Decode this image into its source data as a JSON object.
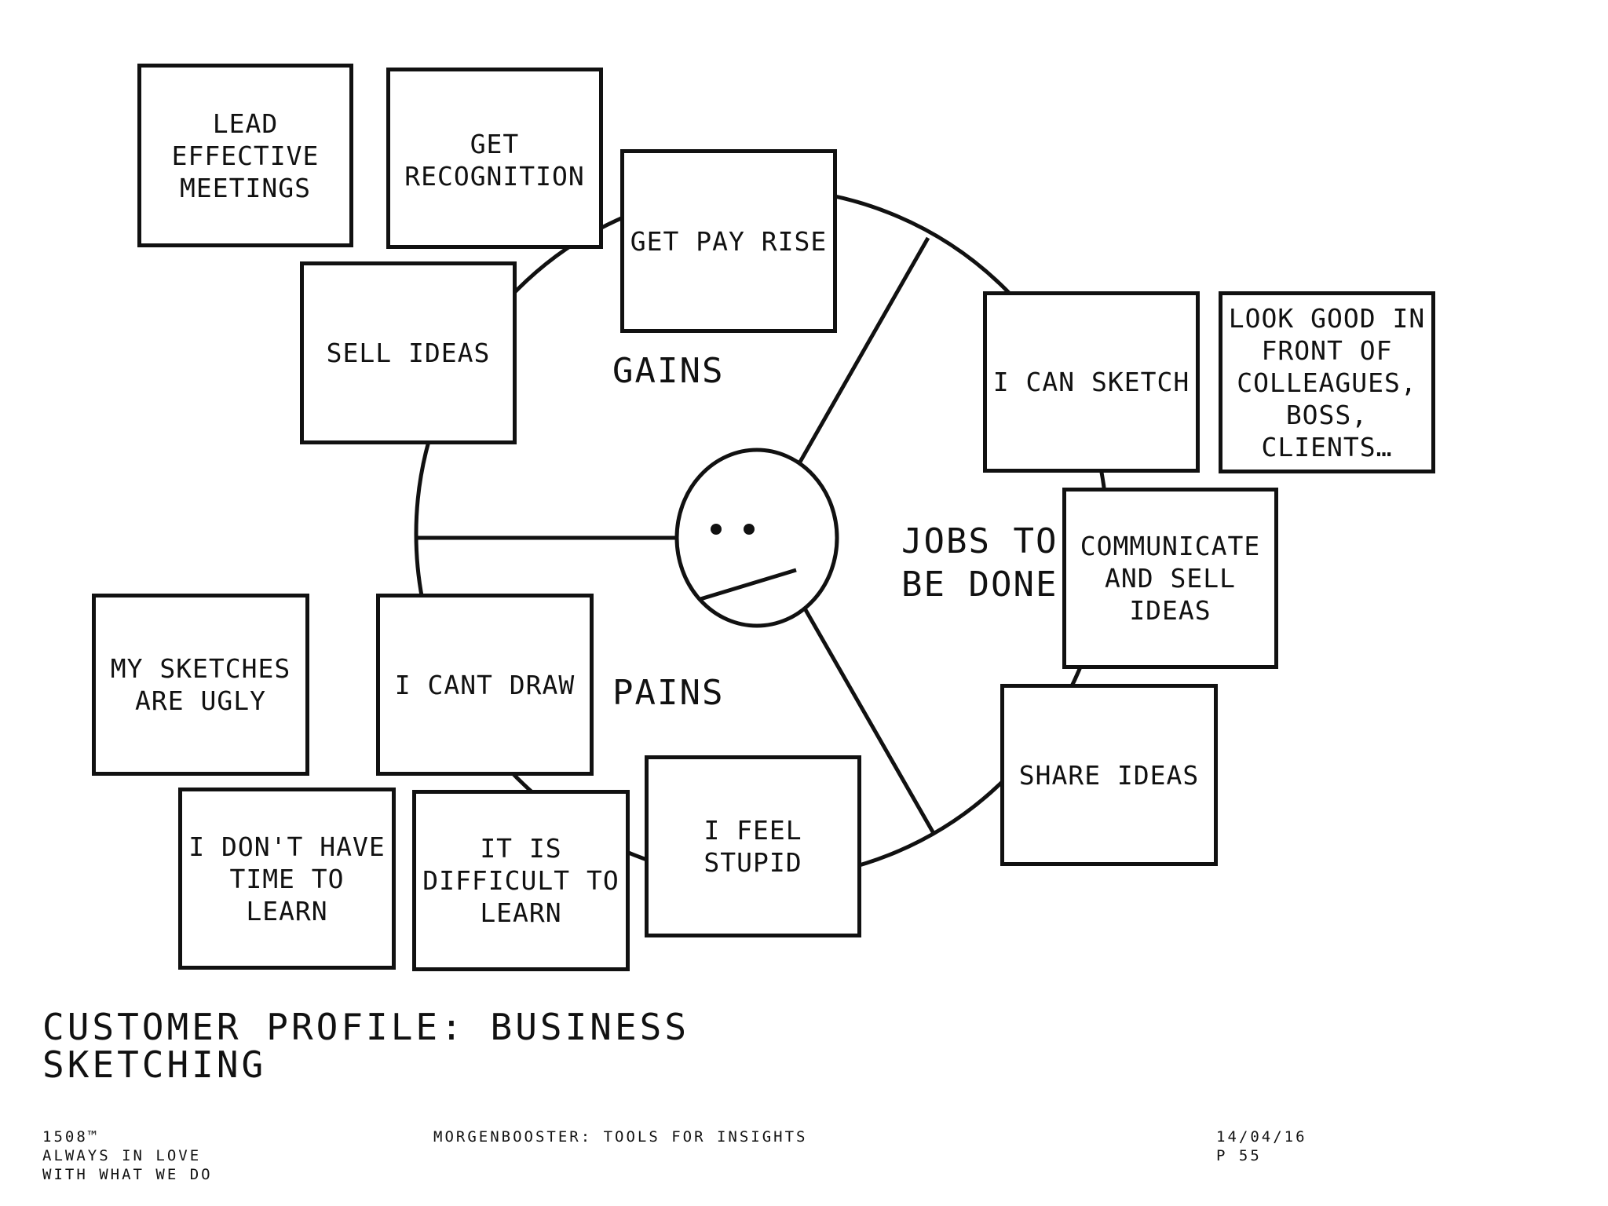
{
  "sections": {
    "gains": "GAINS",
    "pains": "PAINS",
    "jobs": "JOBS TO\nBE DONE"
  },
  "boxes": {
    "lead_meetings": "LEAD\nEFFECTIVE\nMEETINGS",
    "get_recognition": "GET\nRECOGNITION",
    "get_pay_rise": "GET PAY RISE",
    "sell_ideas": "SELL IDEAS",
    "i_can_sketch": "I CAN SKETCH",
    "look_good": "LOOK GOOD IN\nFRONT OF\nCOLLEAGUES,\nBOSS,\nCLIENTS…",
    "communicate": "COMMUNICATE\nAND SELL\nIDEAS",
    "share_ideas": "SHARE IDEAS",
    "sketches_ugly": "MY SKETCHES\nARE UGLY",
    "cant_draw": "I CANT DRAW",
    "no_time": "I DON'T HAVE\nTIME TO LEARN",
    "difficult": "IT IS\nDIFFICULT TO\nLEARN",
    "feel_stupid": "I FEEL STUPID"
  },
  "title": "CUSTOMER PROFILE: BUSINESS\nSKETCHING",
  "footer": {
    "brand": "1508™\nALWAYS IN  LOVE\nWITH WHAT WE DO",
    "center": "MORGENBOOSTER: TOOLS FOR INSIGHTS",
    "right": "14/04/16\nP 55"
  },
  "colors": {
    "ink": "#111111",
    "background": "#ffffff"
  }
}
